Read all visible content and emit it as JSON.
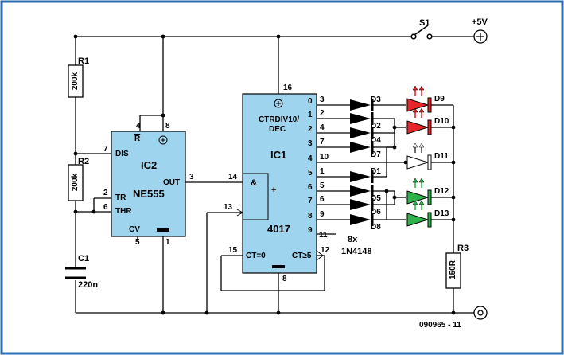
{
  "supply": {
    "switch": "S1",
    "voltage": "+5V",
    "ground": "0"
  },
  "figure_id": "090965 - 11",
  "r1": {
    "ref": "R1",
    "value": "200k"
  },
  "r2": {
    "ref": "R2",
    "value": "200k"
  },
  "r3": {
    "ref": "R3",
    "value": "150R"
  },
  "c1": {
    "ref": "C1",
    "value": "220n"
  },
  "ic2": {
    "ref": "IC2",
    "type": "NE555",
    "pins": {
      "dis": "DIS",
      "tr": "TR",
      "thr": "THR",
      "cv": "CV",
      "out": "OUT",
      "reset": "R"
    },
    "pin_numbers": {
      "p4": "4",
      "p8": "8",
      "p7": "7",
      "p2": "2",
      "p6": "6",
      "p3": "3",
      "p5": "5",
      "p1": "1"
    }
  },
  "ic1": {
    "ref": "IC1",
    "type": "4017",
    "function": "CTRDIV10/",
    "function2": "DEC",
    "and_symbol": "&",
    "plus_symbol": "+",
    "ct0": "CT=0",
    "ct5": "CT≥5",
    "pin_numbers": {
      "p16": "16",
      "p14": "14",
      "p13": "13",
      "p15": "15",
      "p8": "8",
      "p11": "11",
      "p12": "12"
    },
    "outputs": [
      {
        "index": "0",
        "pin": "3"
      },
      {
        "index": "1",
        "pin": "2"
      },
      {
        "index": "2",
        "pin": "4"
      },
      {
        "index": "3",
        "pin": "7"
      },
      {
        "index": "4",
        "pin": "10"
      },
      {
        "index": "5",
        "pin": "1"
      },
      {
        "index": "6",
        "pin": "5"
      },
      {
        "index": "7",
        "pin": "6"
      },
      {
        "index": "8",
        "pin": "9"
      },
      {
        "index": "9",
        "pin": "11"
      }
    ]
  },
  "diodes": {
    "labels": [
      "D3",
      "D2",
      "D4",
      "D7",
      "D1",
      "D5",
      "D6",
      "D8"
    ],
    "count": "8x",
    "type": "1N4148"
  },
  "leds": [
    {
      "ref": "D9",
      "color": "#e8262a"
    },
    {
      "ref": "D10",
      "color": "#e8262a"
    },
    {
      "ref": "D11",
      "color": "#ffffff"
    },
    {
      "ref": "D12",
      "color": "#2db34a"
    },
    {
      "ref": "D13",
      "color": "#2db34a"
    }
  ],
  "colors": {
    "ic_fill": "#9fd4ee",
    "frame": "#2a6fb4",
    "wire": "#000000"
  }
}
